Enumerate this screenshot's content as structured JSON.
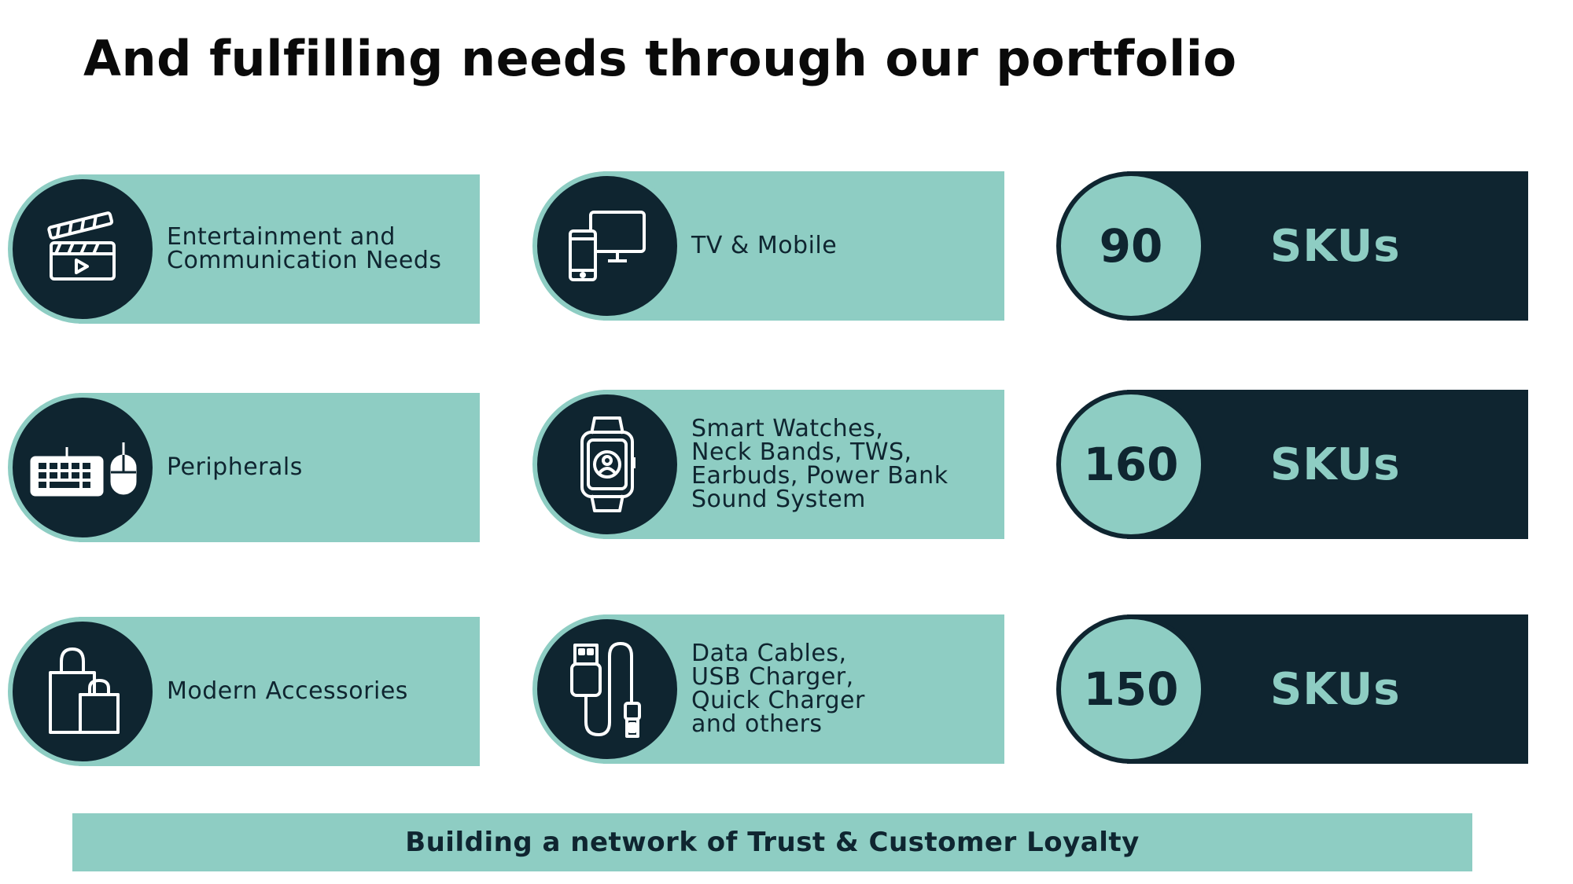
{
  "title": "And fulfilling needs through our portfolio",
  "colors": {
    "teal": "#8ecdc3",
    "navy": "#0f2530"
  },
  "rows": [
    {
      "need": {
        "icon": "clapperboard-icon",
        "lines": [
          "Entertainment and",
          "Communication Needs"
        ]
      },
      "product": {
        "icon": "tv-mobile-icon",
        "lines": [
          "TV & Mobile"
        ]
      },
      "sku": {
        "count": "90",
        "label": "SKUs"
      }
    },
    {
      "need": {
        "icon": "keyboard-mouse-icon",
        "lines": [
          "Peripherals"
        ]
      },
      "product": {
        "icon": "smartwatch-icon",
        "lines": [
          "Smart Watches,",
          "Neck Bands, TWS,",
          "Earbuds, Power Bank",
          "Sound System"
        ]
      },
      "sku": {
        "count": "160",
        "label": "SKUs"
      }
    },
    {
      "need": {
        "icon": "shopping-bags-icon",
        "lines": [
          "Modern Accessories"
        ]
      },
      "product": {
        "icon": "usb-cable-icon",
        "lines": [
          "Data Cables,",
          "USB Charger,",
          "Quick Charger",
          "and others"
        ]
      },
      "sku": {
        "count": "150",
        "label": "SKUs"
      }
    }
  ],
  "footer": "Building a network of Trust & Customer Loyalty"
}
